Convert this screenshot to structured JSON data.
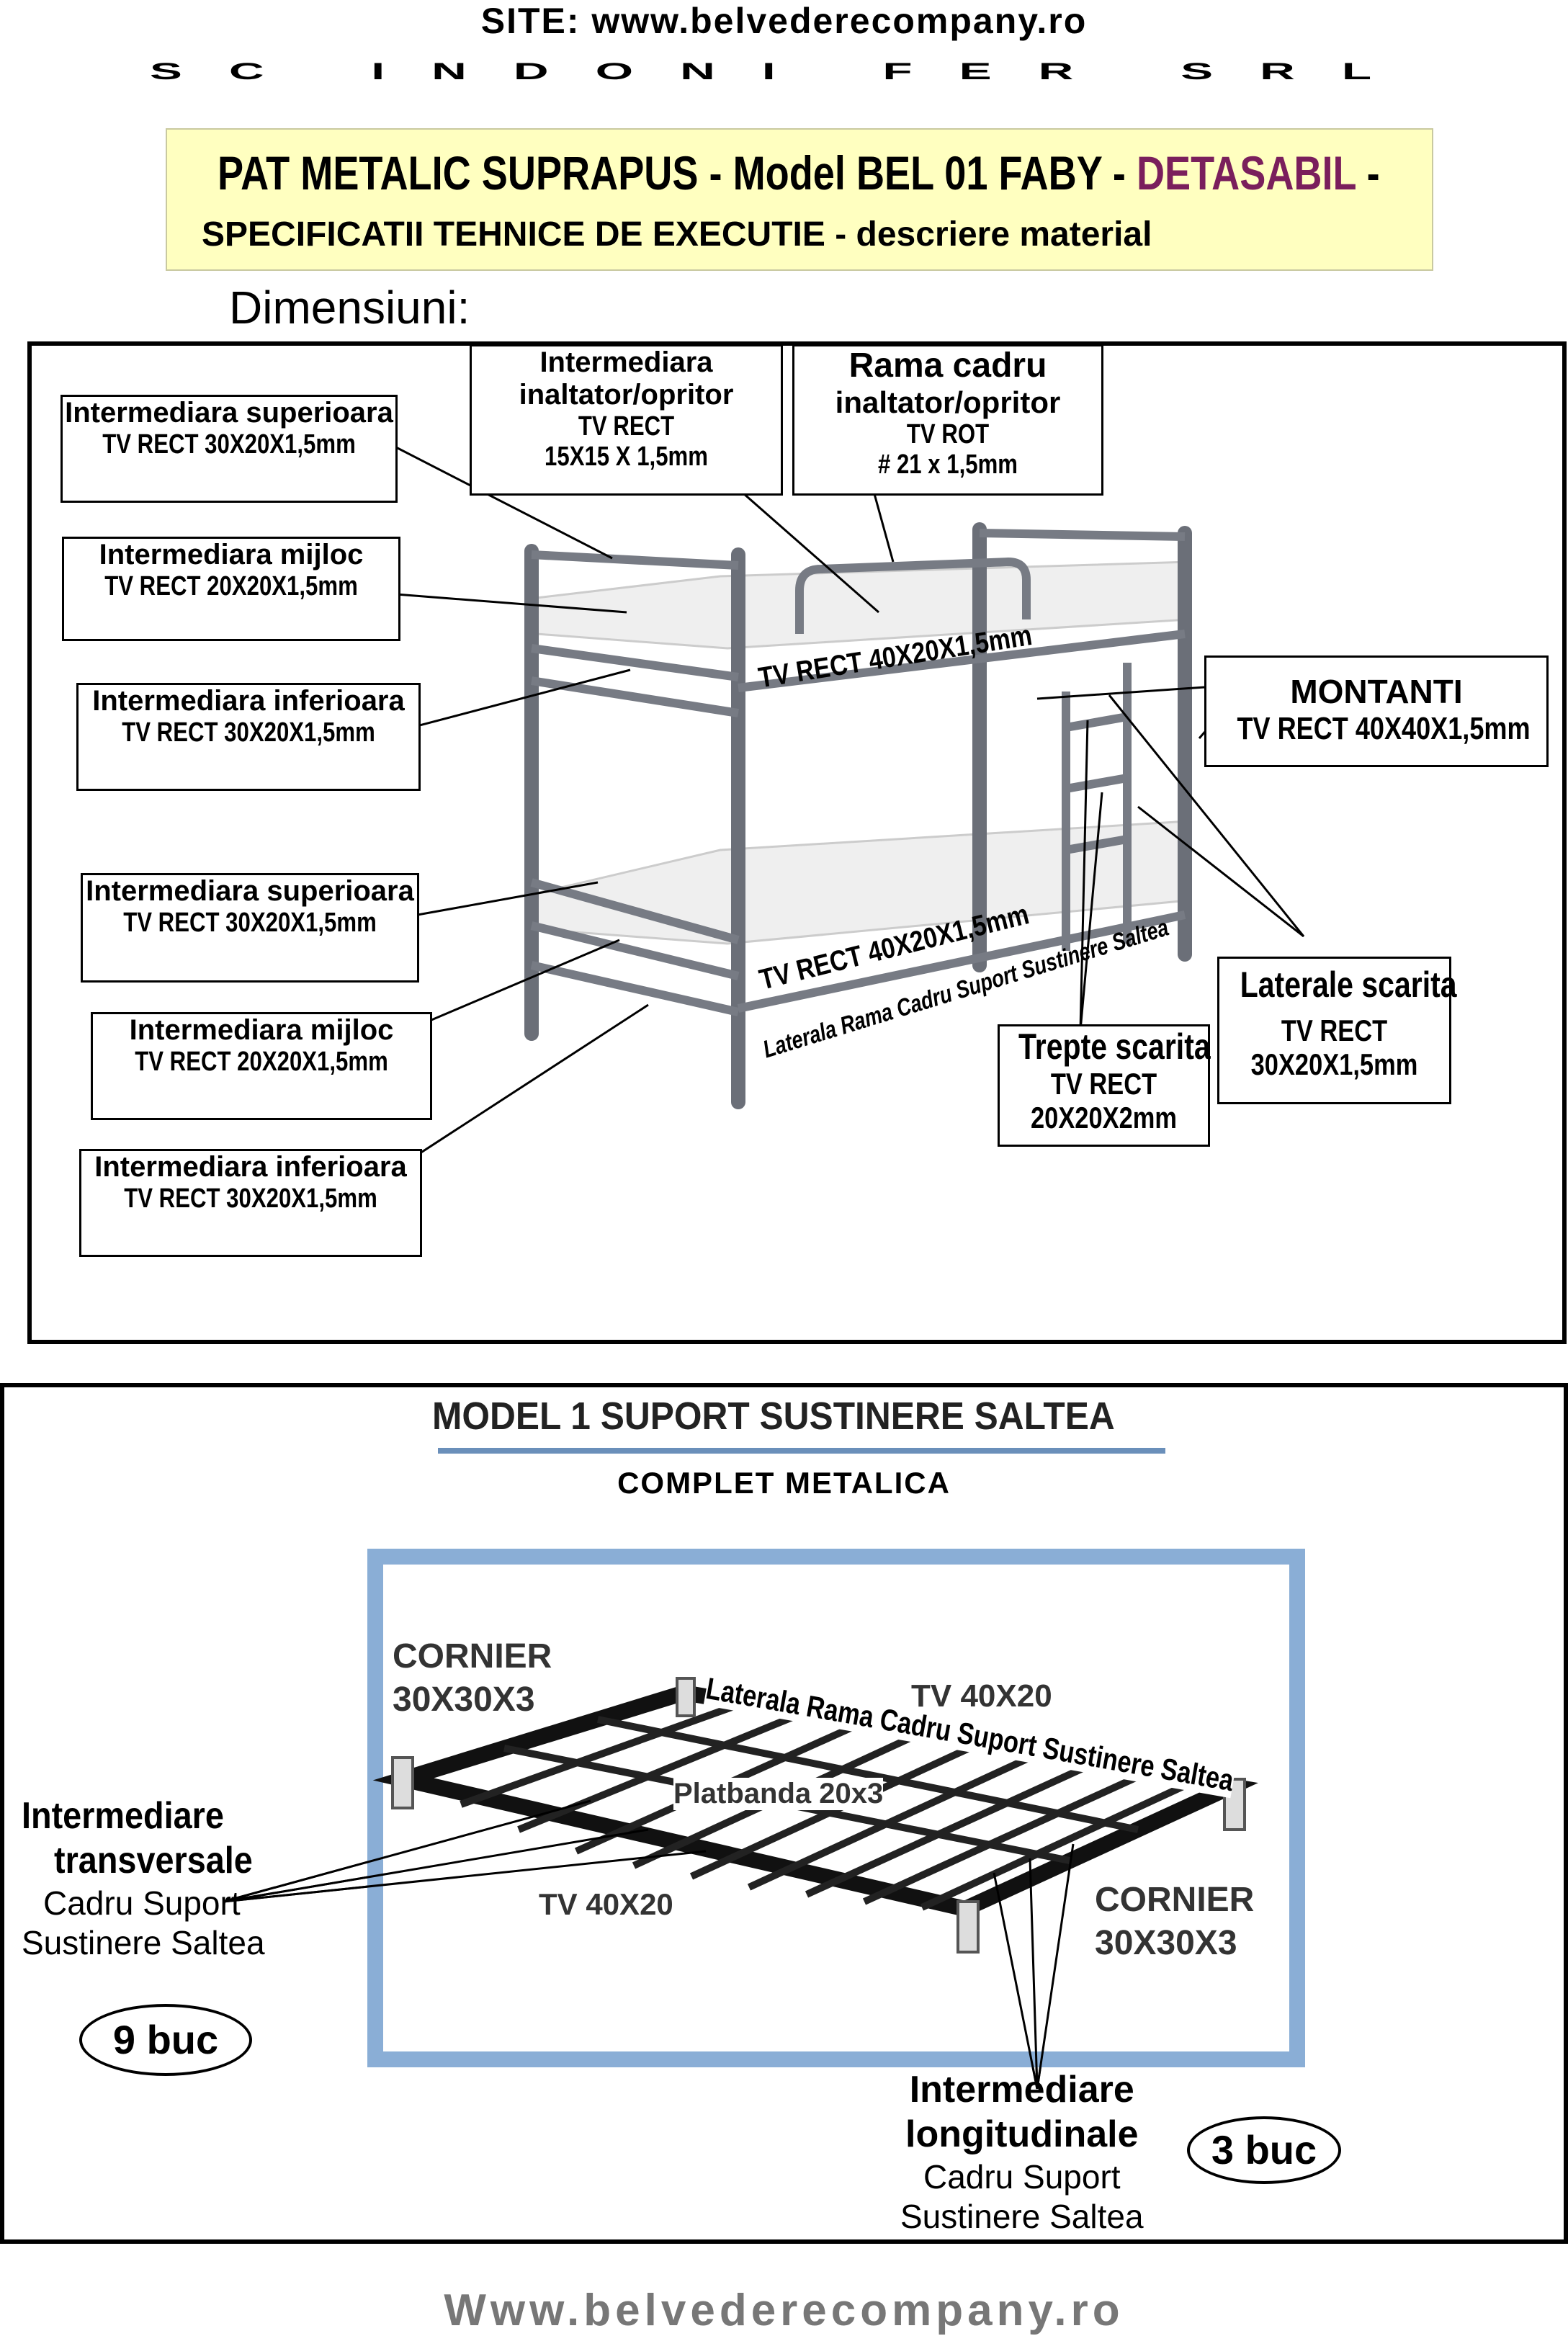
{
  "header": {
    "site": "SITE: www.belvederecompany.ro",
    "company": "SC INDONI FER SRL"
  },
  "title": {
    "line1_main": "PAT METALIC SUPRAPUS - Model BEL 01 FABY - ",
    "line1_highlight": "DETASABIL",
    "line1_end": " -",
    "line2": "SPECIFICATII TEHNICE DE EXECUTIE - descriere material"
  },
  "dimensions_label": "Dimensiuni:",
  "bed_labels": {
    "upper_superioara": {
      "name": "Intermediara superioara",
      "spec": "TV RECT 30X20X1,5mm"
    },
    "upper_mijloc": {
      "name": "Intermediara mijloc",
      "spec": "TV RECT 20X20X1,5mm"
    },
    "upper_inferioara": {
      "name": "Intermediara inferioara",
      "spec": "TV RECT 30X20X1,5mm"
    },
    "lower_superioara": {
      "name": "Intermediara superioara",
      "spec": "TV RECT 30X20X1,5mm"
    },
    "lower_mijloc": {
      "name": "Intermediara mijloc",
      "spec": "TV RECT 20X20X1,5mm"
    },
    "lower_inferioara": {
      "name": "Intermediara inferioara",
      "spec": "TV RECT 30X20X1,5mm"
    },
    "guard_intermediara": {
      "name": "Intermediara inaltator/opritor",
      "spec1": "TV RECT",
      "spec2": "15X15 X 1,5mm"
    },
    "guard_rama": {
      "name1": "Rama cadru",
      "name2": "inaltator/opritor",
      "spec1": "TV ROT",
      "spec2": "# 21 x 1,5mm"
    },
    "montanti": {
      "name": "MONTANTI",
      "spec": "TV RECT 40X40X1,5mm"
    },
    "laterale_scarita": {
      "name": "Laterale scarita",
      "spec1": "TV RECT",
      "spec2": "30X20X1,5mm"
    },
    "trepte_scarita": {
      "name": "Trepte scarita",
      "spec1": "TV RECT",
      "spec2": "20X20X2mm"
    },
    "rama_upper": "TV RECT 40X20X1,5mm",
    "rama_lower": "TV RECT 40X20X1,5mm",
    "laterala_rama": "Laterala Rama Cadru  Suport Sustinere Saltea"
  },
  "model_section": {
    "model_title": "MODEL 1 SUPORT SUSTINERE SALTEA",
    "subtitle": "COMPLET METALICA",
    "cornier_top": {
      "line1": "CORNIER",
      "line2": "30X30X3"
    },
    "cornier_bottom": {
      "line1": "CORNIER",
      "line2": "30X30X3"
    },
    "laterala_label": "Laterala Rama Cadru  Suport Sustinere Saltea",
    "tv_top": "TV 40X20",
    "tv_front": "TV 40X20",
    "platbanda": "Platbanda 20x3",
    "transversale": {
      "line1": "Intermediare",
      "line2": "transversale",
      "line3": "Cadru Suport",
      "line4": "Sustinere Saltea"
    },
    "transversale_count": "9 buc",
    "longitudinale": {
      "line1": "Intermediare",
      "line2": "longitudinale",
      "line3": "Cadru Suport",
      "line4": "Sustinere Saltea"
    },
    "longitudinale_count": "3 buc"
  },
  "footer": "Www.belvederecompany.ro"
}
